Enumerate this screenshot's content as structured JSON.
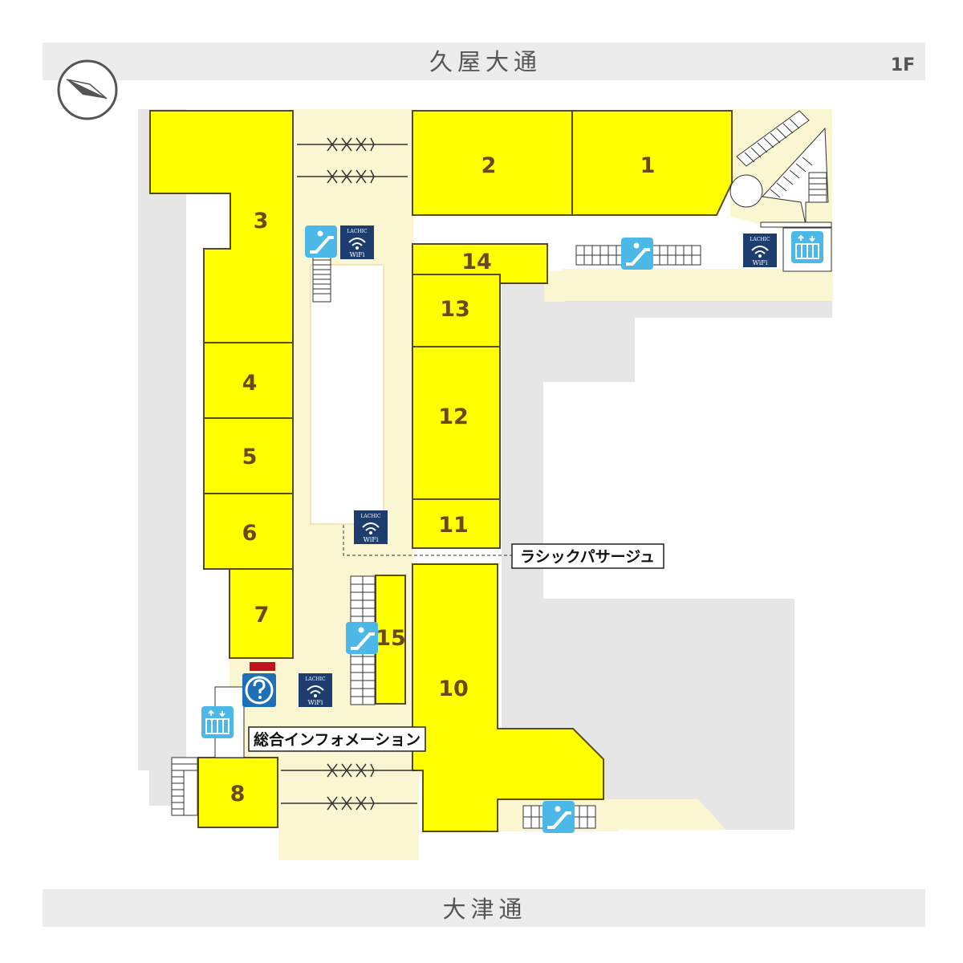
{
  "streets": {
    "top": "久屋大通",
    "bottom": "大津通"
  },
  "floor": "1F",
  "stores": [
    {
      "id": "1",
      "label": "1"
    },
    {
      "id": "2",
      "label": "2"
    },
    {
      "id": "3",
      "label": "3"
    },
    {
      "id": "4",
      "label": "4"
    },
    {
      "id": "5",
      "label": "5"
    },
    {
      "id": "6",
      "label": "6"
    },
    {
      "id": "7",
      "label": "7"
    },
    {
      "id": "8",
      "label": "8"
    },
    {
      "id": "10",
      "label": "10"
    },
    {
      "id": "11",
      "label": "11"
    },
    {
      "id": "12",
      "label": "12"
    },
    {
      "id": "13",
      "label": "13"
    },
    {
      "id": "14",
      "label": "14"
    },
    {
      "id": "15",
      "label": "15"
    }
  ],
  "labels": {
    "passage": "ラシックパサージュ",
    "info": "総合インフォメーション"
  },
  "wifi": {
    "brand": "LACHIC",
    "text": "WiFi"
  },
  "icons": {
    "escalator": "escalator-icon",
    "elevator": "elevator-icon",
    "wifi": "wifi-icon",
    "info": "information-icon",
    "compass": "compass-icon"
  },
  "colors": {
    "store": "#ffff00",
    "corridor": "#fbf6d2",
    "escalator_icon": "#4bb8e8",
    "wifi_icon": "#1d3d6e"
  }
}
